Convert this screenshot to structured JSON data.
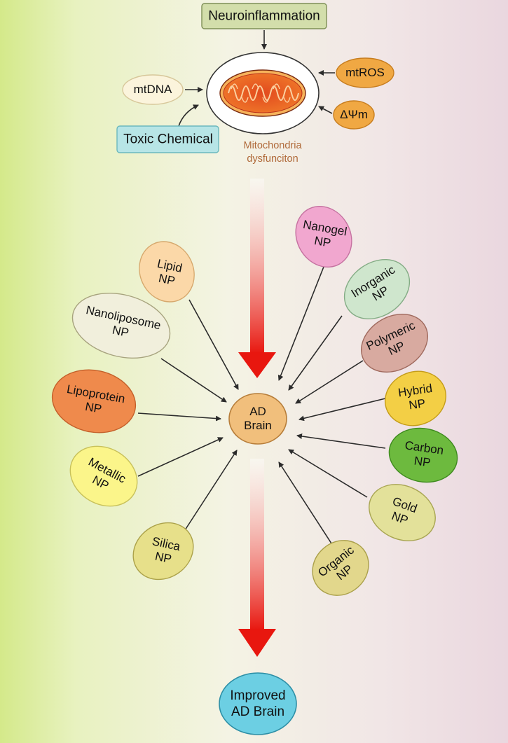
{
  "inputs": {
    "neuroinflammation": "Neuroinflammation",
    "mtdna": "mtDNA",
    "toxic_chemical": "Toxic Chemical",
    "mtros": "mtROS",
    "delta_psi": "ΔΨm"
  },
  "mitochondria_caption": "Mitochondria\ndysfunciton",
  "center": "AD\nBrain",
  "nanoparticles": {
    "lipid": "Lipid\nNP",
    "nanoliposome": "Nanoliposome\nNP",
    "lipoprotein": "Lipoprotein\nNP",
    "metallic": "Metallic\nNP",
    "silica": "Silica\nNP",
    "nanogel": "Nanogel\nNP",
    "inorganic": "Inorganic\nNP",
    "polymeric": "Polymeric\nNP",
    "hybrid": "Hybrid\nNP",
    "carbon": "Carbon\nNP",
    "gold": "Gold\nNP",
    "organic": "Organic\nNP"
  },
  "outcome": "Improved\nAD Brain",
  "colors": {
    "neuroinflammation": "#d3deab",
    "mtdna": "#fbf4dc",
    "toxic_chemical": "#b7e5e6",
    "mtros": "#f0a843",
    "delta_psi": "#f0a843",
    "center": "#f1bf7c",
    "big_arrow": "#e8170f",
    "outcome": "#6ccfe3",
    "lipid": "#fbd8a8",
    "nanoliposome": "#f1efdc",
    "lipoprotein": "#ef8a4c",
    "metallic": "#fbf58a",
    "silica": "#e7e08a",
    "nanogel": "#f1a7cf",
    "inorganic": "#cfe6cd",
    "polymeric": "#d8aaa0",
    "hybrid": "#f3cf45",
    "carbon": "#6dba3e",
    "gold": "#e3e19a",
    "organic": "#e2d78c"
  }
}
